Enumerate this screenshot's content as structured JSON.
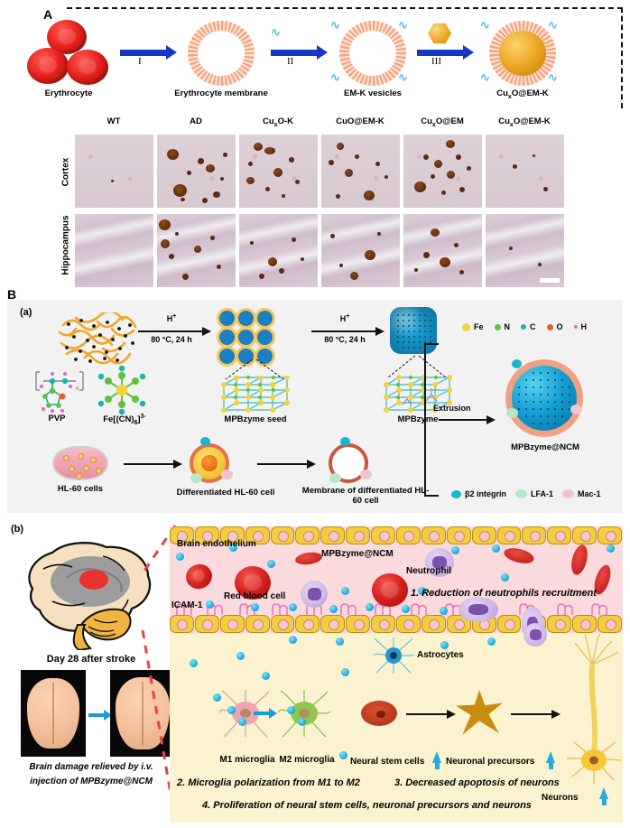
{
  "figure": {
    "panels": [
      {
        "id": "A",
        "label": "A"
      },
      {
        "id": "B",
        "label": "B"
      }
    ]
  },
  "panelA": {
    "label": "A",
    "synthesis": {
      "steps": [
        {
          "roman": "I"
        },
        {
          "roman": "II"
        },
        {
          "roman": "III"
        }
      ],
      "stage_labels": [
        "Erythrocyte",
        "Erythrocyte membrane",
        "EM-K vesicles",
        "Cu<sub>x</sub>O@EM-K"
      ],
      "stage_labels_plain": [
        "Erythrocyte",
        "Erythrocyte membrane",
        "EM-K vesicles",
        "CuxO@EM-K"
      ]
    },
    "histology": {
      "column_headers": [
        "WT",
        "AD",
        "Cu<sub>x</sub>O-K",
        "CuO@EM-K",
        "Cu<sub>x</sub>O@EM",
        "Cu<sub>x</sub>O@EM-K"
      ],
      "row_labels": [
        "Cortex",
        "Hippocampus"
      ],
      "scale_bar": true,
      "plaque_counts_cortex": [
        1,
        14,
        12,
        10,
        15,
        3
      ],
      "plaque_counts_hippocampus": [
        0,
        11,
        8,
        6,
        10,
        2
      ]
    }
  },
  "panelB": {
    "label": "B",
    "a": {
      "sub_label": "(a)",
      "reaction_steps": [
        {
          "top": "H",
          "top_sup": "+",
          "bottom": "80 °C, 24 h"
        },
        {
          "top": "H",
          "top_sup": "+",
          "bottom": "80 °C, 24 h"
        }
      ],
      "stage_labels": [
        "PVP",
        "Fe[(CN)<sub>6</sub>]<sup>3-</sup>",
        "MPBzyme seed",
        "MPBzyme",
        "MPBzyme@NCM"
      ],
      "cell_line_labels": [
        "HL-60 cells",
        "Differentiated HL-60 cell",
        "Membrane of differentiated HL-60 cell"
      ],
      "extrusion_label": "Extrusion",
      "atom_legend": [
        {
          "name": "Fe",
          "color": "#f2d33a",
          "size": 9
        },
        {
          "name": "N",
          "color": "#5cc23c",
          "size": 7
        },
        {
          "name": "C",
          "color": "#17b3b0",
          "size": 6
        },
        {
          "name": "O",
          "color": "#f05a2a",
          "size": 7
        },
        {
          "name": "H",
          "color": "#e26ad0",
          "size": 4
        }
      ],
      "protein_legend": [
        {
          "name": "β2 integrin",
          "color": "#19b6cf"
        },
        {
          "name": "LFA-1",
          "color": "#b9e6c9"
        },
        {
          "name": "Mac-1",
          "color": "#f3c2cf"
        }
      ]
    },
    "b": {
      "sub_label": "(b)",
      "brain_photo_title": "Day 28 after stroke",
      "brain_photo_caption_line1": "Brain damage relieved by i.v.",
      "brain_photo_caption_line2": "injection of MPBzyme@NCM",
      "vessel_labels": [
        "Brain endothelium",
        "MPBzyme@NCM",
        "Neutrophil",
        "Red blood cell",
        "ICAM-1"
      ],
      "tissue_labels": [
        "Astrocytes",
        "M1 microglia",
        "M2 microglia",
        "Neural stem cells",
        "Neuronal precursors",
        "Neurons"
      ],
      "effects": [
        "1. Reduction of neutrophils recruitment",
        "2. Microglia polarization from M1 to M2",
        "3. Decreased apoptosis of neurons",
        "4. Proliferation of neural stem cells, neuronal precursors and neurons"
      ]
    }
  },
  "colors": {
    "blue_arrow": "#1437c4",
    "membrane_pink": "#f6a17c",
    "nanoparticle_gold": "#e9a422",
    "panelB_bg": "#f2f2f2",
    "vessel_pink": "#fadadd",
    "tissue_cream": "#fbf3cf",
    "endothelium_yellow": "#f5cd3f",
    "dashed_red": "#e8414b",
    "cyan_nano": "#16a5d6"
  }
}
